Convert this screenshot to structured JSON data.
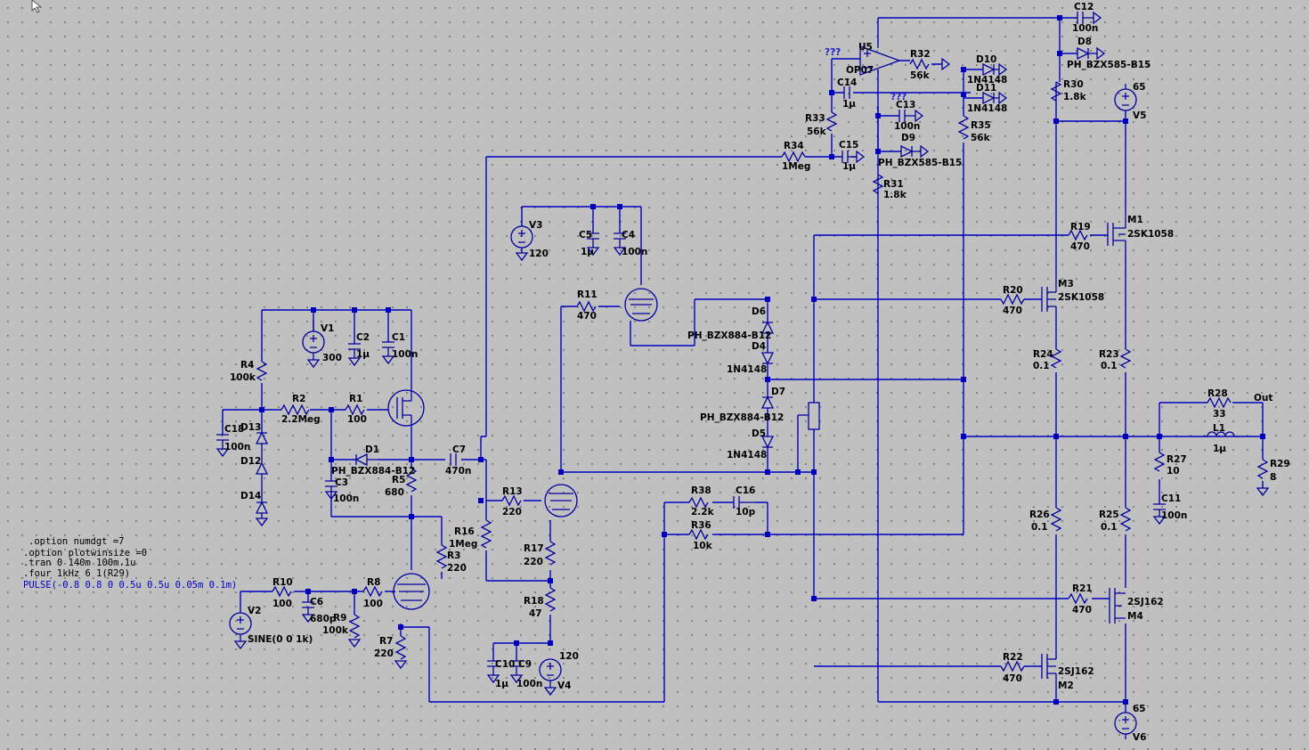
{
  "labels": {
    "U5": "U5",
    "U5_type": "OP07",
    "U5_q1": "???",
    "U5_q2": "???",
    "C12": "C12",
    "C12_v": "100n",
    "D8": "D8",
    "D8_v": "PH_BZX585-B15",
    "R32": "R32",
    "R32_v": "56k",
    "D10": "D10",
    "D10_v": "1N4148",
    "D11": "D11",
    "D11_v": "1N4148",
    "C14": "C14",
    "C14_v": "1µ",
    "C13": "C13",
    "C13_v": "100n",
    "R33": "R33",
    "R33_v": "56k",
    "R35": "R35",
    "R35_v": "56k",
    "R34": "R34",
    "R34_v": "1Meg",
    "C15": "C15",
    "C15_v": "1µ",
    "D9": "D9",
    "D9_v": "PH_BZX585-B15",
    "R31": "R31",
    "R31_v": "1.8k",
    "R30": "R30",
    "R30_v": "1.8k",
    "V5": "V5",
    "V5_v": "65",
    "V3": "V3",
    "V3_v": "120",
    "C5": "C5",
    "C5_v": "1µ",
    "C4": "C4",
    "C4_v": "100n",
    "R19": "R19",
    "R19_v": "470",
    "M1": "M1",
    "M1_v": "2SK1058",
    "R11": "R11",
    "R11_v": "470",
    "R20": "R20",
    "R20_v": "470",
    "M3": "M3",
    "M3_v": "2SK1058",
    "D6": "D6",
    "D6_v": "PH_BZX884-B12",
    "D4": "D4",
    "D4_v": "1N4148",
    "R24": "R24",
    "R24_v": "0.1",
    "R23": "R23",
    "R23_v": "0.1",
    "D7": "D7",
    "D7_v": "PH_BZX884-B12",
    "D5": "D5",
    "D5_v": "1N4148",
    "R28": "R28",
    "R28_v": "33",
    "Out": "Out",
    "L1": "L1",
    "L1_v": "1µ",
    "R27": "R27",
    "R27_v": "10",
    "R29": "R29",
    "R29_v": "8",
    "C11": "C11",
    "C11_v": "100n",
    "V1": "V1",
    "V1_v": "300",
    "C2": "C2",
    "C2_v": "1µ",
    "C1": "C1",
    "C1_v": "100n",
    "R4": "R4",
    "R4_v": "100k",
    "R2": "R2",
    "R2_v": "2.2Meg",
    "R1": "R1",
    "R1_v": "100",
    "C18": "C18",
    "C18_v": "100n",
    "D13": "D13",
    "D12": "D12",
    "D14": "D14",
    "D1": "D1",
    "D1_v": "PH_BZX884-B12",
    "C7": "C7",
    "C7_v": "470n",
    "C3": "C3",
    "C3_v": "100n",
    "R5": "R5",
    "R5_v": "680",
    "R13": "R13",
    "R13_v": "220",
    "R38": "R38",
    "R38_v": "2.2k",
    "C16": "C16",
    "C16_v": "10p",
    "R36": "R36",
    "R36_v": "10k",
    "R26": "R26",
    "R26_v": "0.1",
    "R25": "R25",
    "R25_v": "0.1",
    "R16": "R16",
    "R16_v": "1Meg",
    "R3": "R3",
    "R3_v": "220",
    "R17": "R17",
    "R17_v": "220",
    "R10": "R10",
    "R10_v": "100",
    "R8": "R8",
    "R8_v": "100",
    "C6": "C6",
    "C6_v": "680p",
    "R9": "R9",
    "R9_v": "100k",
    "V2": "V2",
    "V2_v": "SINE(0 0 1k)",
    "R18": "R18",
    "R18_v": "47",
    "R21": "R21",
    "R21_v": "470",
    "M4": "M4",
    "M4_v": "2SJ162",
    "R7": "R7",
    "R7_v": "220",
    "C10": "C10",
    "C10_v": "1µ",
    "C9": "C9",
    "C9_v": "100n",
    "V4": "V4",
    "V4_v": "120",
    "R22": "R22",
    "R22_v": "470",
    "M2": "M2",
    "M2_v": "2SJ162",
    "V6": "V6",
    "V6_v": "65"
  },
  "directives": [
    ".option numdgt =7",
    ".option plotwinsize =0",
    ".tran 0 140m 100m.1u",
    ".four 1kHz 6 1(R29)",
    "PULSE(-0.8 0.8 0 0.5u 0.5u 0.05m 0.1m)"
  ],
  "colors": {
    "background": "#c0c0c0",
    "wire": "#0000c0",
    "text": "#000000",
    "directive_highlight": "#0000c8"
  }
}
